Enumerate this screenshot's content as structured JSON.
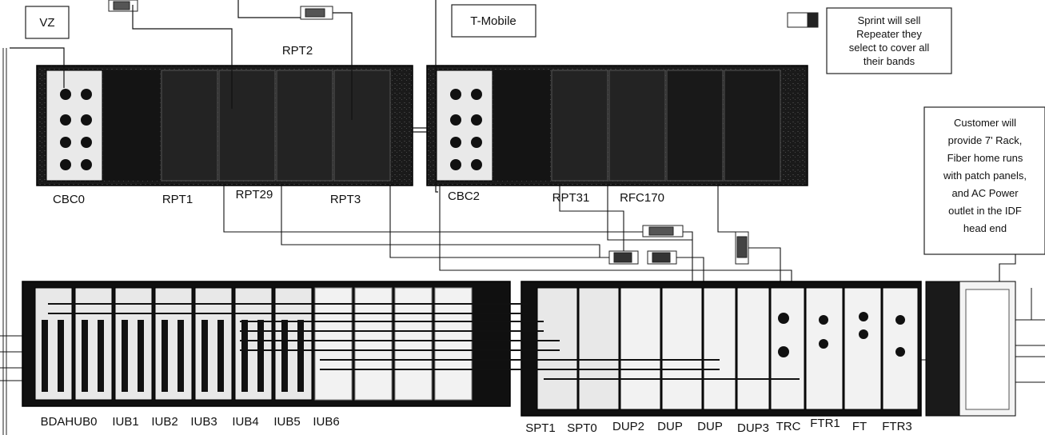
{
  "carriers": {
    "vz": "VZ",
    "tmobile": "T-Mobile"
  },
  "notes": {
    "sprint": [
      "Sprint will sell",
      "Repeater they",
      "select to cover all",
      "their bands"
    ],
    "customer": [
      "Customer will",
      "provide 7' Rack,",
      "Fiber home runs",
      "with patch panels,",
      "and AC Power",
      "outlet in the IDF",
      "head end"
    ]
  },
  "upper_labels": {
    "rpt2": "RPT2",
    "cbc0": "CBC0",
    "rpt1": "RPT1",
    "rpt29": "RPT29",
    "rpt3": "RPT3",
    "cbc2": "CBC2",
    "rpt31": "RPT31",
    "rfc170": "RFC170"
  },
  "lower_labels": {
    "bdahub0": "BDAHUB0",
    "iub1": "IUB1",
    "iub2": "IUB2",
    "iub3": "IUB3",
    "iub4": "IUB4",
    "iub5": "IUB5",
    "iub6": "IUB6",
    "spt1": "SPT1",
    "spt0": "SPT0",
    "dup2": "DUP2",
    "dup_a": "DUP",
    "dup_b": "DUP",
    "dup3": "DUP3",
    "trc": "TRC",
    "ftr1": "FTR1",
    "ft": "FT",
    "ftr3": "FTR3"
  }
}
